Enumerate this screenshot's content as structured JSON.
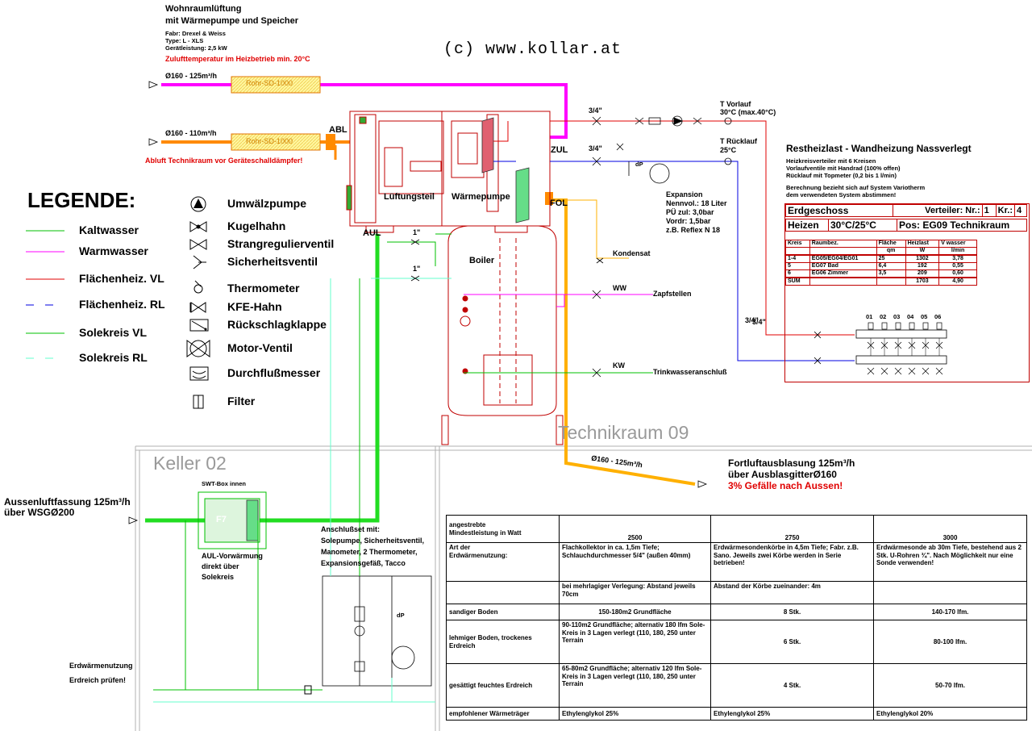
{
  "copyright": "(c) www.kollar.at",
  "ventilation_header": {
    "title1": "Wohnraumlüftung",
    "title2": "mit Wärmepumpe und Speicher",
    "line1": "Fabr: Drexel & Weiss",
    "line2": "Type: L - XLS",
    "line3": "Gerätleistung: 2,5 kW",
    "warning": "Zulufttemperatur im Heizbetrieb min. 20°C"
  },
  "pipes": {
    "supply_label": "Ø160 - 125m³/h",
    "exhaust_label": "Ø160 - 110m³/h",
    "silencer1": "Rohr-SD-1000",
    "silencer2": "Rohr-SD-1000",
    "abl": "ABL",
    "zul": "ZUL",
    "aul": "AUL",
    "fol": "FOL",
    "exhaust_note": "Abluft Technikraum vor Geräteschalldämpfer!",
    "fort_label": "Ø160 - 125m³/h",
    "fort1": "Fortluftausblasung 125m³/h",
    "fort2": "über AusblasgitterØ160",
    "fort3": "3% Gefälle nach Aussen!",
    "aussen1": "Aussenluftfassung 125m³/h",
    "aussen2": "über WSGØ200"
  },
  "unit": {
    "lueftung": "Lüftungsteil",
    "waerme": "Wärmepumpe",
    "boiler": "Boiler"
  },
  "legend": {
    "title": "LEGENDE:",
    "lines": [
      {
        "label": "Kaltwasser",
        "color": "#00c000",
        "dash": false
      },
      {
        "label": "Warmwasser",
        "color": "#ff00ff",
        "dash": false
      },
      {
        "label": "Flächenheiz. VL",
        "color": "#e00000",
        "dash": false
      },
      {
        "label": "Flächenheiz. RL",
        "color": "#0000e0",
        "dash": true
      },
      {
        "label": "Solekreis VL",
        "color": "#00c000",
        "dash": false
      },
      {
        "label": "Solekreis RL",
        "color": "#66ffcc",
        "dash": true
      }
    ],
    "symbols": [
      {
        "icon": "pump-icon",
        "label": "Umwälzpumpe"
      },
      {
        "icon": "ball-valve-icon",
        "label": "Kugelhahn"
      },
      {
        "icon": "balancing-valve-icon",
        "label": "Strangregulierventil"
      },
      {
        "icon": "safety-valve-icon",
        "label": "Sicherheitsventil"
      },
      {
        "icon": "thermometer-icon",
        "label": "Thermometer"
      },
      {
        "icon": "drain-valve-icon",
        "label": "KFE-Hahn"
      },
      {
        "icon": "check-valve-icon",
        "label": "Rückschlagklappe"
      },
      {
        "icon": "motor-valve-icon",
        "label": "Motor-Ventil"
      },
      {
        "icon": "flow-meter-icon",
        "label": "Durchflußmesser"
      },
      {
        "icon": "filter-icon",
        "label": "Filter"
      }
    ]
  },
  "hydraulics": {
    "size1": "3/4\"",
    "size2": "3/4\"",
    "size3": "3/4\"",
    "size4": "1\"",
    "size5": "1\"",
    "tvorlauf": "T Vorlauf",
    "tvorlauf_val": "30°C (max.40°C)",
    "truecklauf": "T Rücklauf",
    "truecklauf_val": "25°C",
    "dp": "dP",
    "dp2": "dP",
    "expansion": "Expansion",
    "nennvol": "Nennvol.: 18 Liter",
    "pue": "PÜ zul: 3,0bar",
    "vordr": "Vordr: 1,5bar",
    "reflex": "z.B. Reflex N 18",
    "kondensat": "Kondensat",
    "ww": "WW",
    "zapf": "Zapfstellen",
    "kw": "KW",
    "trink": "Trinkwasseranschluß"
  },
  "panel": {
    "title": "Restheizlast - Wandheizung Nassverlegt",
    "l1": "Heizkreisverteiler mit 6 Kreisen",
    "l2": "Vorlaufventile mit Handrad (100% offen)",
    "l3": "Rücklauf mit Topmeter (0,2 bis 1 l/min)",
    "l4": "Berechnung bezieht sich auf System Variotherm",
    "l5": "dem verwendeten System abstimmen!",
    "floor": "Erdgeschoss",
    "verteiler": "Verteiler: Nr.:",
    "nr": "1",
    "kr_label": "Kr.:",
    "kr": "4",
    "heizen": "Heizen",
    "temp": "30°C/25°C",
    "pos": "Pos: EG09 Technikraum",
    "col_kreis": "Kreis",
    "col_raum": "Raumbez.",
    "col_flaeche": "Fläche",
    "col_heizlast": "Heizlast",
    "col_vwasser": "V wasser",
    "unit_flaeche": "qm",
    "unit_heizlast": "W",
    "unit_vwasser": "l/min",
    "rows": [
      {
        "kreis": "1-4",
        "raum": "EG05/EG04/EG01",
        "flaeche": "25",
        "heizlast": "1302",
        "v": "3,78"
      },
      {
        "kreis": "5",
        "raum": "EG07 Bad",
        "flaeche": "6,4",
        "heizlast": "192",
        "v": "0,55"
      },
      {
        "kreis": "6",
        "raum": "EG06 Zimmer",
        "flaeche": "3,5",
        "heizlast": "209",
        "v": "0,60"
      }
    ],
    "sum_label": "SUM",
    "sum_heizlast": "1703",
    "sum_v": "4,90",
    "vsize": "3/4\"",
    "circuits": [
      "01",
      "02",
      "03",
      "04",
      "05",
      "06"
    ]
  },
  "rooms": {
    "technik": "Technikraum 09",
    "keller": "Keller 02"
  },
  "keller": {
    "swt": "SWT-Box innen",
    "f7": "F7",
    "aul1": "AUL-Vorwärmung",
    "aul2": "direkt über",
    "aul3": "Solekreis",
    "an1": "Anschlußset mit:",
    "an2": "Solepumpe, Sicherheitsventil,",
    "an3": "Manometer, 2 Thermometer,",
    "an4": "Expansionsgefäß, Tacco",
    "erd1": "Erdwärmenutzung",
    "erd2": "Erdreich prüfen!"
  },
  "ground_table": {
    "h_label1": "angestrebte",
    "h_label2": "Mindestleistung in Watt",
    "h1": "2500",
    "h2": "2750",
    "h3": "3000",
    "art_label1": "Art der",
    "art_label2": "Erdwärmenutzung:",
    "art1": "Flachkollektor in ca. 1,5m Tiefe; Schlauchdurchmesser 5/4\" (außen 40mm)",
    "art2": "Erdwärmesondenkörbe in 4,5m Tiefe; Fabr. z.B. Sano. Jeweils zwei Körbe werden in Serie betrieben!",
    "art3": "Erdwärmesonde ab 30m Tiefe, bestehend aus 2 Stk. U-Rohren ¾\". Nach Möglichkeit nur eine Sonde verwenden!",
    "abst1": "bei mehrlagiger Verlegung: Abstand jeweils 70cm",
    "abst2": "Abstand der Körbe zueinander: 4m",
    "abst3": "",
    "sand_label": "sandiger Boden",
    "sand1": "150-180m2 Grundfläche",
    "sand2": "8 Stk.",
    "sand3": "140-170 lfm.",
    "lehm_label": "lehmiger Boden, trockenes Erdreich",
    "lehm1": "90-110m2 Grundfläche; alternativ 180 lfm Sole-Kreis in 3 Lagen verlegt (110, 180, 250 unter Terrain",
    "lehm2": "6 Stk.",
    "lehm3": "80-100 lfm.",
    "feucht_label": "gesättigt feuchtes Erdreich",
    "feucht1": "65-80m2 Grundfläche; alternativ 120 lfm Sole-Kreis in 3 Lagen verlegt (110, 180, 250 unter Terrain",
    "feucht2": "4 Stk.",
    "feucht3": "50-70 lfm.",
    "traeger_label": "empfohlener Wärmeträger",
    "traeger1": "Ethylenglykol 25%",
    "traeger2": "Ethylenglykol 25%",
    "traeger3": "Ethylenglykol 20%"
  }
}
